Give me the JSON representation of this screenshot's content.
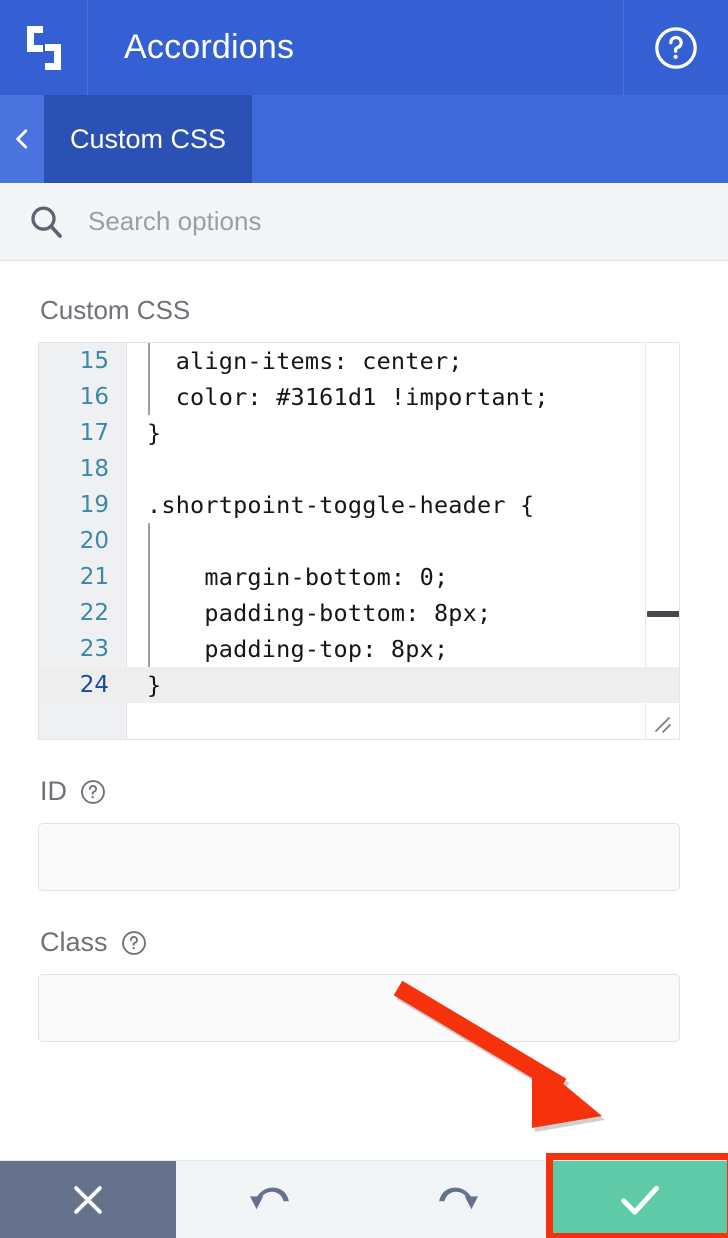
{
  "header": {
    "logo_icon": "shortpoint-logo-icon",
    "title": "Accordions",
    "help_icon": "help-circle-icon"
  },
  "breadcrumb": {
    "back_icon": "chevron-left-icon",
    "active_tab": "Custom CSS"
  },
  "search": {
    "icon": "search-icon",
    "placeholder": "Search options",
    "value": ""
  },
  "main": {
    "section_label": "Custom CSS",
    "editor": {
      "active_line": 24,
      "lines": [
        {
          "n": "15",
          "text": "  align-items: center;"
        },
        {
          "n": "16",
          "text": "  color: #3161d1 !important;"
        },
        {
          "n": "17",
          "text": "}"
        },
        {
          "n": "18",
          "text": ""
        },
        {
          "n": "19",
          "text": ".shortpoint-toggle-header {"
        },
        {
          "n": "20",
          "text": ""
        },
        {
          "n": "21",
          "text": "    margin-bottom: 0;"
        },
        {
          "n": "22",
          "text": "    padding-bottom: 8px;"
        },
        {
          "n": "23",
          "text": "    padding-top: 8px;"
        },
        {
          "n": "24",
          "text": "}"
        }
      ]
    },
    "fields": [
      {
        "label": "ID",
        "help_icon": "help-circle-icon",
        "value": "",
        "placeholder": ""
      },
      {
        "label": "Class",
        "help_icon": "help-circle-icon",
        "value": "",
        "placeholder": ""
      }
    ]
  },
  "bottom_bar": {
    "close": {
      "icon": "close-x-icon",
      "label": ""
    },
    "undo": {
      "icon": "undo-arrow-icon",
      "label": ""
    },
    "redo": {
      "icon": "redo-arrow-icon",
      "label": ""
    },
    "confirm": {
      "icon": "checkmark-icon",
      "label": "",
      "highlighted": true
    }
  },
  "annotation": {
    "arrow_icon": "pointer-arrow-icon",
    "target": "confirm-button"
  },
  "colors": {
    "header_blue": "#3560d4",
    "crumb_blue": "#3c6ad8",
    "crumb_tab_blue": "#2b51b5",
    "line_number": "#3c88a8",
    "active_line_number": "#1b4a9c",
    "close_slate": "#66718c",
    "confirm_teal": "#5ecaa8",
    "annotation_red": "#f5320c",
    "css_value_in_code": "#3161d1"
  }
}
